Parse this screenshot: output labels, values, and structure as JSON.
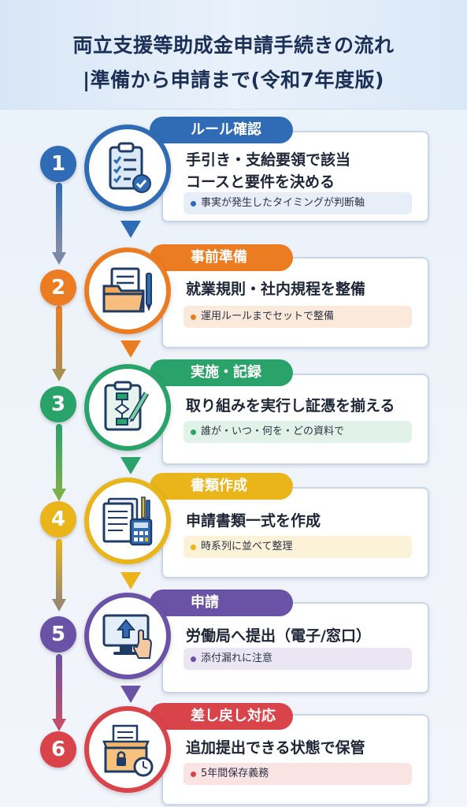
{
  "title": {
    "line1": "両立支援等助成金申請手続きの流れ",
    "line2": "|準備から申請まで(令和7年度版)"
  },
  "steps": [
    {
      "num": "1",
      "tag": "ルール確認",
      "heading_1": "手引き・支給要領で該当",
      "heading_2": "コースと要件を決める",
      "note": "事実が発生したタイミングが判断軸",
      "color": "#2f6cb5",
      "note_bg": "#e7eef8",
      "icon": "clipboard-checklist-icon"
    },
    {
      "num": "2",
      "tag": "事前準備",
      "heading_1": "就業規則・社内規程を整備",
      "heading_2": "",
      "note": "運用ルールまでセットで整備",
      "color": "#ec7c22",
      "note_bg": "#fbeadb",
      "icon": "folder-documents-icon"
    },
    {
      "num": "3",
      "tag": "実施・記録",
      "heading_1": "取り組みを実行し証憑を揃える",
      "heading_2": "",
      "note": "誰が・いつ・何を・どの資料で",
      "color": "#2aa36a",
      "note_bg": "#e1f3e8",
      "icon": "flowchart-clipboard-icon"
    },
    {
      "num": "4",
      "tag": "書類作成",
      "heading_1": "申請書類一式を作成",
      "heading_2": "",
      "note": "時系列に並べて整理",
      "color": "#e9b51a",
      "note_bg": "#fbf2d8",
      "icon": "documents-calculator-icon"
    },
    {
      "num": "5",
      "tag": "申請",
      "heading_1": "労働局へ提出（電子/窓口）",
      "heading_2": "",
      "note": "添付漏れに注意",
      "color": "#6a52a6",
      "note_bg": "#ebe6f4",
      "icon": "monitor-upload-icon"
    },
    {
      "num": "6",
      "tag": "差し戻し対応",
      "heading_1": "追加提出できる状態で保管",
      "heading_2": "",
      "note": "5年間保存義務",
      "color": "#d9434a",
      "note_bg": "#f9e3e3",
      "icon": "archive-box-clock-icon"
    }
  ]
}
